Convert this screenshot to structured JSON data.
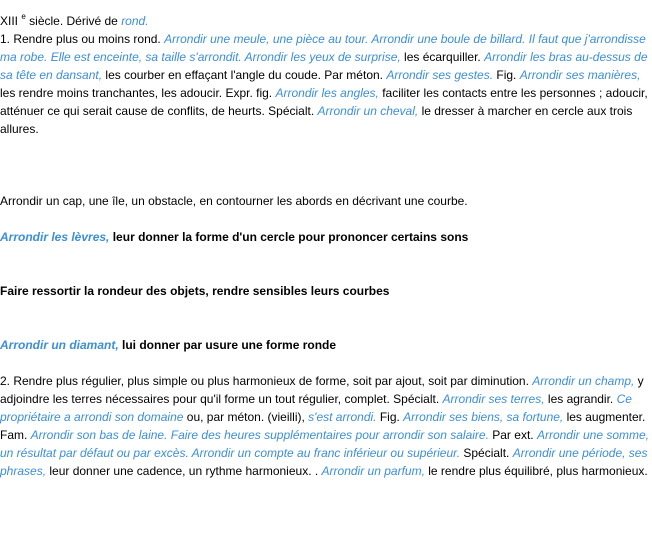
{
  "origin": {
    "century": "XIII",
    "sup": "e",
    "text": " siècle. Dérivé de ",
    "link": "rond."
  },
  "paragraphs": [
    {
      "id": "sense-1",
      "bold": false,
      "segments": [
        {
          "t": "1. Rendre plus ou moins rond. ",
          "e": false
        },
        {
          "t": "Arrondir une meule, une pièce au tour. Arrondir une boule de billard. Il faut que j'arrondisse ma robe. Elle est enceinte, sa taille s'arrondit. Arrondir les yeux de surprise,",
          "e": true
        },
        {
          "t": " les écarquiller. ",
          "e": false
        },
        {
          "t": "Arrondir les bras au-dessus de sa tête en dansant,",
          "e": true
        },
        {
          "t": " les courber en effaçant l'angle du coude. Par méton. ",
          "e": false
        },
        {
          "t": "Arrondir ses gestes.",
          "e": true
        },
        {
          "t": " Fig. ",
          "e": false
        },
        {
          "t": "Arrondir ses manières,",
          "e": true
        },
        {
          "t": " les rendre moins tranchantes, les adoucir. Expr. fig. ",
          "e": false
        },
        {
          "t": "Arrondir les angles,",
          "e": true
        },
        {
          "t": " faciliter les contacts entre les personnes ; adoucir, atténuer ce qui serait cause de conflits, de heurts. Spécialt. ",
          "e": false
        },
        {
          "t": "Arrondir un cheval,",
          "e": true
        },
        {
          "t": " le dresser à marcher en cercle aux trois allures.",
          "e": false
        }
      ]
    },
    {
      "id": "cap",
      "bold": false,
      "segments": [
        {
          "t": "Arrondir un cap, une île, un obstacle, en contourner les abords en décrivant une courbe.",
          "e": false
        }
      ]
    },
    {
      "id": "levres",
      "bold": true,
      "segments": [
        {
          "t": "Arrondir les lèvres,",
          "e": true
        },
        {
          "t": " leur donner la forme d'un cercle pour prononcer certains sons",
          "e": false
        }
      ]
    },
    {
      "id": "rondeur",
      "bold": true,
      "segments": [
        {
          "t": "Faire ressortir la rondeur des objets, rendre sensibles leurs courbes",
          "e": false
        }
      ]
    },
    {
      "id": "diamant",
      "bold": true,
      "segments": [
        {
          "t": "Arrondir un diamant,",
          "e": true
        },
        {
          "t": " lui donner par usure une forme ronde",
          "e": false
        }
      ]
    },
    {
      "id": "sense-2",
      "bold": false,
      "segments": [
        {
          "t": "2. Rendre plus régulier, plus simple ou plus harmonieux de forme, soit par ajout, soit par diminution. ",
          "e": false
        },
        {
          "t": "Arrondir un champ,",
          "e": true
        },
        {
          "t": " y adjoindre les terres nécessaires pour qu'il forme un tout régulier, complet. Spécialt. ",
          "e": false
        },
        {
          "t": "Arrondir ses terres,",
          "e": true
        },
        {
          "t": " les agrandir. ",
          "e": false
        },
        {
          "t": "Ce propriétaire a arrondi son domaine",
          "e": true
        },
        {
          "t": " ou, par méton. (vieilli), ",
          "e": false
        },
        {
          "t": "s'est arrondi.",
          "e": true
        },
        {
          "t": " Fig. ",
          "e": false
        },
        {
          "t": "Arrondir ses biens, sa fortune,",
          "e": true
        },
        {
          "t": " les augmenter. Fam. ",
          "e": false
        },
        {
          "t": "Arrondir son bas de laine. Faire des heures supplémentaires pour arrondir son salaire.",
          "e": true
        },
        {
          "t": " Par ext. ",
          "e": false
        },
        {
          "t": "Arrondir une somme, un résultat par défaut ou par excès. Arrondir un compte au franc inférieur ou supérieur.",
          "e": true
        },
        {
          "t": " Spécialt. ",
          "e": false
        },
        {
          "t": "Arrondir une période, ses phrases,",
          "e": true
        },
        {
          "t": " leur donner une cadence, un rythme harmonieux. . ",
          "e": false
        },
        {
          "t": "Arrondir un parfum,",
          "e": true
        },
        {
          "t": " le rendre plus équilibré, plus harmonieux.",
          "e": false
        }
      ]
    }
  ],
  "colors": {
    "example": "#3b8ed8",
    "text": "#000000"
  }
}
